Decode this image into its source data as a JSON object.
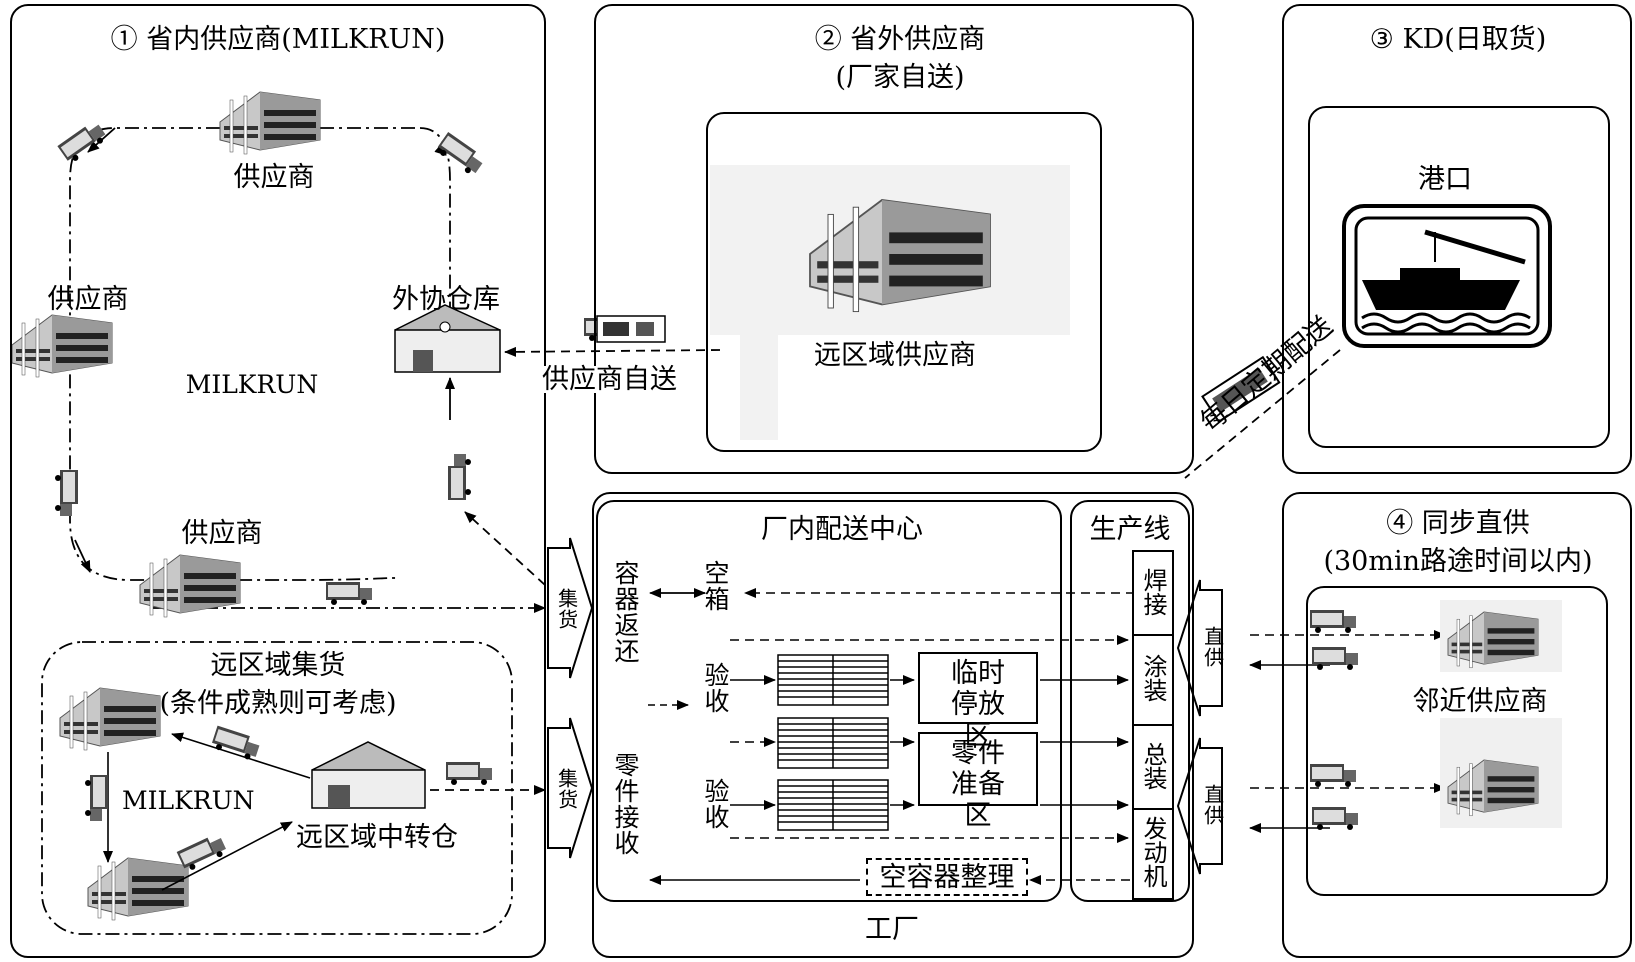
{
  "panels": {
    "p1": {
      "title": "① 省内供应商(MILKRUN)"
    },
    "p2": {
      "title": "② 省外供应商",
      "subtitle": "(厂家自送)"
    },
    "p3": {
      "title": "③ KD(日取货)"
    },
    "p4": {
      "title": "④ 同步直供",
      "subtitle": "(30min路途时间以内)"
    }
  },
  "milkrun": {
    "supplier_top": "供应商",
    "supplier_left": "供应商",
    "supplier_bottom": "供应商",
    "warehouse": "外协仓库",
    "center_label": "MILKRUN"
  },
  "remote": {
    "title": "远区域集货",
    "subtitle": "(条件成熟则可考虑)",
    "milkrun": "MILKRUN",
    "hub": "远区域中转仓"
  },
  "outside": {
    "supplier": "远区域供应商",
    "self_delivery": "供应商自送"
  },
  "kd": {
    "port": "港口",
    "daily": "每日定期配送"
  },
  "factory": {
    "label": "工厂",
    "dc_title": "厂内配送中心",
    "line_title": "生产线",
    "container_return": "容器返还",
    "parts_receive": "零件接收",
    "empty_box": "空箱",
    "inspect1": "验收",
    "inspect2": "验收",
    "temp_area": "临时停放区",
    "parts_area": "零件准备区",
    "empty_sort": "空容器整理",
    "collect1": "集货",
    "collect2": "集货",
    "lines": [
      "焊接",
      "涂装",
      "总装",
      "发动机"
    ]
  },
  "sync": {
    "neighbor": "邻近供应商",
    "direct1": "直供",
    "direct2": "直供"
  }
}
